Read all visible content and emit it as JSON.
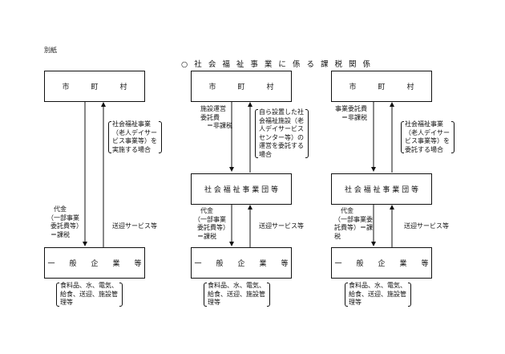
{
  "page": {
    "annex_label": "別紙",
    "title": "○ 社 会 福 祉 事 業 に 係 る 課 税 関 係"
  },
  "diagrams": [
    {
      "top_box": "市　　　町　　　村",
      "bottom_box": "一　　般　　企　　業　　等",
      "bottom_bracket": [
        "食料品、水、電気、",
        "給食、送迎、施設管",
        "理等"
      ],
      "up_label": [
        "社会福祉事業",
        "（老人デイサー",
        "ビス事業等）を",
        "実施する場合"
      ],
      "down_label": [
        "代金",
        "（一部事業",
        "委託費等）",
        "＝課税"
      ],
      "right_label": "送迎サービス等"
    },
    {
      "top_box": "市　　　町　　　村",
      "middle_box": "社 会 福 祉 事 業 団 等",
      "bottom_box": "一　　般　　企　　業　　等",
      "bottom_bracket": [
        "食料品、水、電気、",
        "給食、送迎、施設管",
        "理等"
      ],
      "upper_down_label": [
        "施設運営",
        "委託費",
        "＝非課税"
      ],
      "upper_up_label": [
        "自ら設置した社",
        "会福祉施設（老",
        "人デイサービス",
        "センター等）の",
        "運営を委託する",
        "場合"
      ],
      "lower_down_label": [
        "代金",
        "（一部事業",
        "委託費等）",
        "＝課税"
      ],
      "lower_right_label": "送迎サービス等"
    },
    {
      "top_box": "市　　　町　　　村",
      "middle_box": "社 会 福 祉 事 業 団 等",
      "bottom_box": "一　　般　　企　　業　　等",
      "bottom_bracket": [
        "食料品、水、電気、",
        "給食、送迎、施設管",
        "理等"
      ],
      "upper_down_label": [
        "事業委託費",
        "＝非課税"
      ],
      "upper_up_label": [
        "社会福祉事業",
        "（老人デイサー",
        "ビス事業等）を",
        "委託する場合"
      ],
      "lower_down_label": [
        "代金",
        "（一部事業委",
        "託費等）＝課",
        "税"
      ],
      "lower_right_label": "送迎サービス等"
    }
  ]
}
